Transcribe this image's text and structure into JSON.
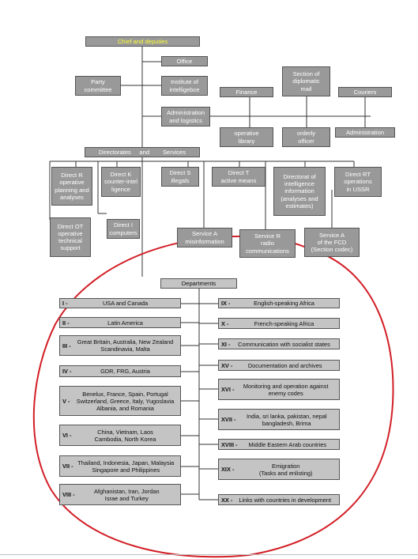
{
  "colors": {
    "box_fill": "#999999",
    "dept_fill": "#c4c4c4",
    "chief_text": "#ffff33",
    "circle": "#d21f26",
    "line": "#333333"
  },
  "top": {
    "chief": "Chief and deputies",
    "office": "Office",
    "institute": "Institute of\nintelligebce",
    "party": "Party\ncommittee",
    "admin_logistics": "Administration\nand logistics",
    "finance": "Finance",
    "section_dip": "Section of\ndiplomatic\nmail",
    "couriers": "Couriers",
    "operative_library": "operative\nlibrary",
    "orderly_officer": "orderly\nofficer",
    "administration": "Administration",
    "directorates": "Directorates     and        Services"
  },
  "directorates": {
    "r": "Direct R\noperative\nplanning and\nanalyses",
    "k": "Direct K\ncounter-intel\nligence",
    "s": "Direct S\nillegals",
    "t": "Direct T\nactive means",
    "intel_info": "Directorat of\nintelligence\ninformation\n(analyses and\nestimates)",
    "rt": "Direct RT\noperations\nin USSR",
    "ot": "Direct OT\noperative\ntechnical\nsupport",
    "i": "Direct I\ncomputers",
    "service_a_mis": "Service A\nmisinformation",
    "service_r": "Service R\nradio\ncommunications",
    "service_a_fcd": "Service A\nof the FCD\n(Section codec)"
  },
  "departments_title": "Departments",
  "departments_left": [
    {
      "num": "I -",
      "name": "USA  and Canada"
    },
    {
      "num": "II  -",
      "name": "Latin America"
    },
    {
      "num": "III -",
      "name": "Great Britain, Australia, New Zealand\nScandinavia, Malta"
    },
    {
      "num": "IV -",
      "name": "GDR,  FRG,  Austria"
    },
    {
      "num": "V -",
      "name": "Benelux, France, Spain, Portugal\nSwitzerland, Greece, Italy, Yugoslavia\nAlbania, and  Romania"
    },
    {
      "num": "VI -",
      "name": "China, Vietnam, Laos\nCambodia, North Korea"
    },
    {
      "num": "VII -",
      "name": "Thailand, Indonesia, Japan, Malaysia\nSingapore and  Philippines"
    },
    {
      "num": "VIII -",
      "name": "Afghanistan, Iran, Jordan\nIsrae and  Turkey"
    }
  ],
  "departments_right": [
    {
      "num": "IX -",
      "name": "English-speaking Africa"
    },
    {
      "num": "X -",
      "name": "French-speaking Africa"
    },
    {
      "num": "XI -",
      "name": "Communication with socialist states"
    },
    {
      "num": "XV -",
      "name": "Documentation and archives"
    },
    {
      "num": "XVI -",
      "name": "Monitoring and  operation against\nenemy codes"
    },
    {
      "num": "XVII -",
      "name": "India, sri lanka, pakistan, nepal\nbangladesh, Brima"
    },
    {
      "num": "XVIII -",
      "name": "Middle Eastern Arab countries"
    },
    {
      "num": "XIX -",
      "name": "Emigration\n(Tasks and enlisting)"
    },
    {
      "num": "XX -",
      "name": "Links with countries in development"
    }
  ]
}
